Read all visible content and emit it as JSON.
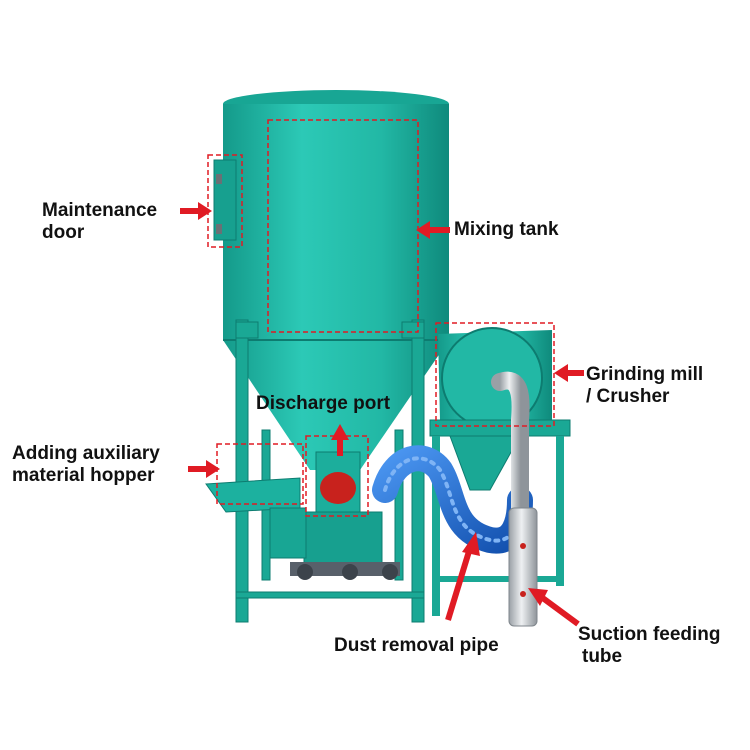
{
  "colors": {
    "machine_teal": "#1fb6a4",
    "machine_teal_dark": "#0f8a7c",
    "pipe_blue": "#1f6fd6",
    "steel": "#c9cdd2",
    "callout_red": "#e01b24",
    "text": "#111111"
  },
  "labels": {
    "maintenance_door": {
      "line1": "Maintenance",
      "line2": "door"
    },
    "mixing_tank": {
      "line1": "Mixing tank"
    },
    "grinding_mill": {
      "line1": "Grinding mill",
      "line2": "/ Crusher"
    },
    "discharge_port": {
      "line1": "Discharge port"
    },
    "hopper": {
      "line1": "Adding auxiliary",
      "line2": "material hopper"
    },
    "dust_pipe": {
      "line1": "Dust removal pipe"
    },
    "suction_tube": {
      "line1": "Suction feeding",
      "line2": "tube"
    }
  }
}
